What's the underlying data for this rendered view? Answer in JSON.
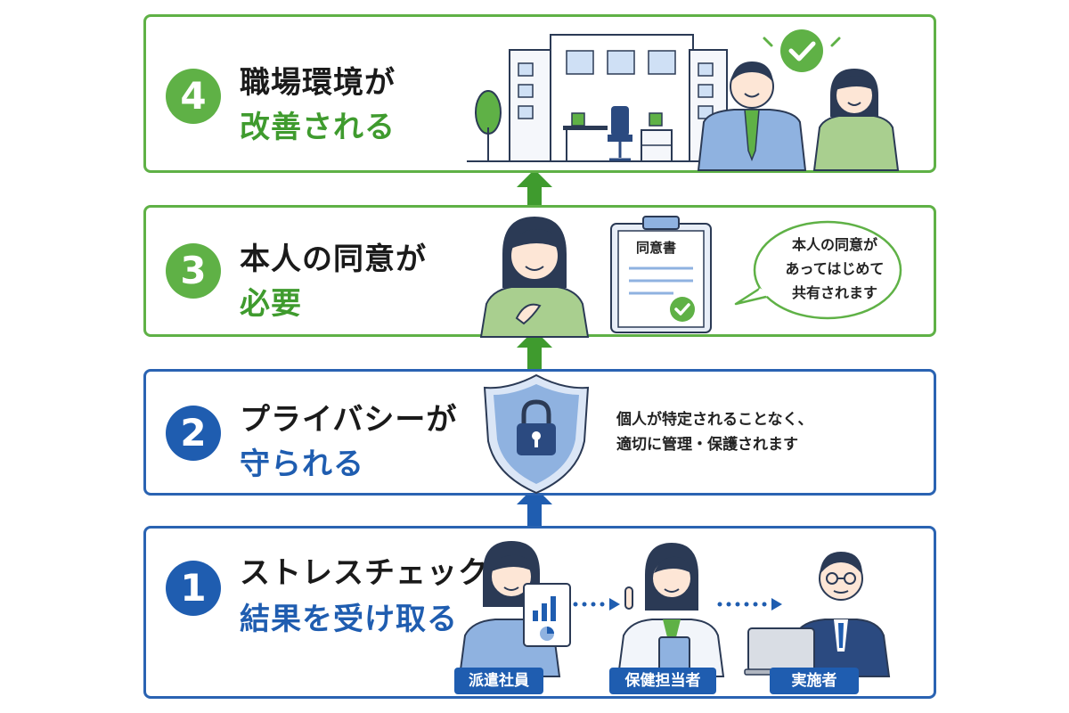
{
  "steps": [
    {
      "number": "4",
      "line1": "職場環境が",
      "line2": "改善される"
    },
    {
      "number": "3",
      "line1": "本人の同意が",
      "line2": "必要"
    },
    {
      "number": "2",
      "line1": "プライバシーが",
      "line2": "守られる"
    },
    {
      "number": "1",
      "line1": "ストレスチェックの",
      "line2": "結果を受け取る"
    }
  ],
  "step3": {
    "document_title": "同意書",
    "bubble_lines": [
      "本人の同意が",
      "あってはじめて",
      "共有されます"
    ]
  },
  "step2": {
    "description_lines": [
      "個人が特定されることなく、",
      "適切に管理・保護されます"
    ]
  },
  "step1": {
    "roles": [
      "派遣社員",
      "保健担当者",
      "実施者"
    ]
  },
  "colors": {
    "green": "#5fb146",
    "green_text": "#3f9b2e",
    "blue": "#1f5db0",
    "border_blue": "#2a63b2"
  }
}
